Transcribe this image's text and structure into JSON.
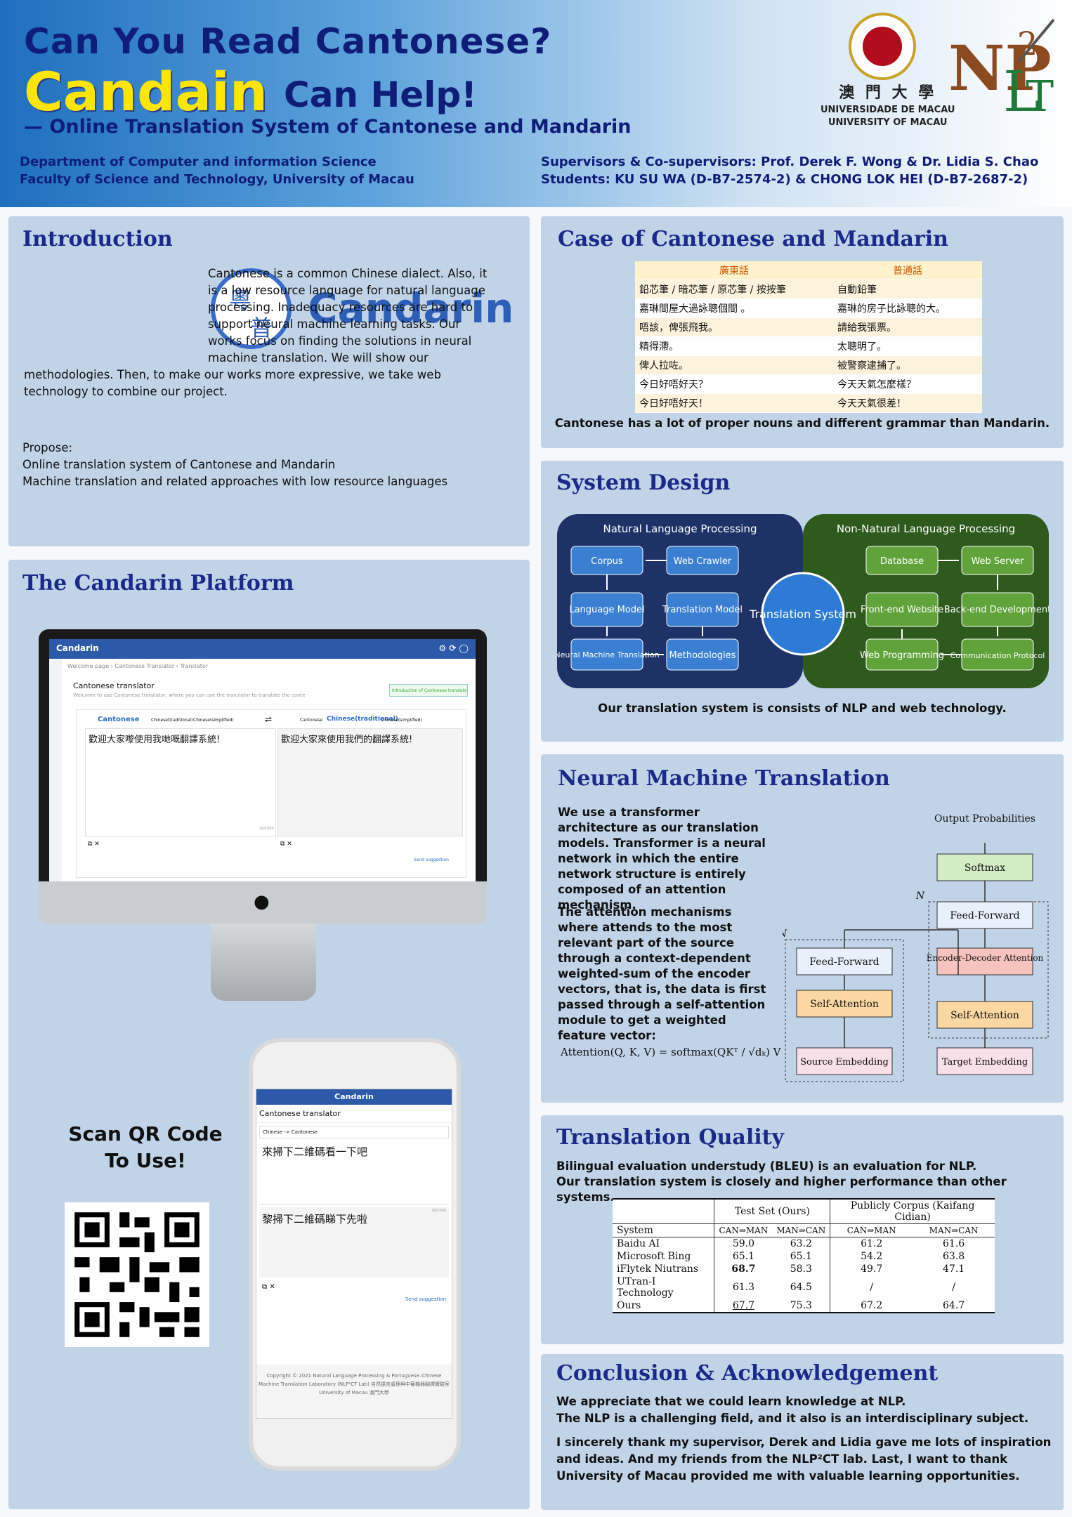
{
  "header": {
    "title1": "Can You Read Cantonese?",
    "brand": "Candain",
    "title2": "Can Help!",
    "subtitle": "— Online Translation System of Cantonese and Mandarin",
    "dept1": "Department of Computer and information Science",
    "dept2": "Faculty of Science and Technology, University of Macau",
    "sup1": "Supervisors & Co-supervisors: Prof. Derek F. Wong & Dr. Lidia S. Chao",
    "sup2": "Students: KU SU WA (D-B7-2574-2) & CHONG LOK HEI (D-B7-2687-2)",
    "um_cn": "澳 門 大 學",
    "um_pt": "UNIVERSIDADE DE MACAU",
    "um_en": "UNIVERSITY OF MACAU",
    "nlp_logo": "NLP²CT"
  },
  "intro": {
    "title": "Introduction",
    "logo_text": "Candarin",
    "logo_chars": [
      "粵",
      "普"
    ],
    "text": "Cantonese is a common Chinese dialect. Also, it is a low resource language for natural language processing. Inadequacy resources are hard to support neural machine learning tasks. Our works focus on finding the solutions in neural machine translation. We will show our methodologies. Then, to make our works more expressive, we take web technology to combine our project.",
    "propose_title": "Propose:",
    "propose1": "Online translation system of Cantonese and Mandarin",
    "propose2": "Machine translation and related approaches with low resource languages"
  },
  "platform": {
    "title": "The Candarin Platform",
    "scan": "Scan QR Code To Use!",
    "desktop": {
      "app": "Candarin",
      "crumb1": "Welcome page",
      "crumb2": "Cantonese Translator",
      "crumb3": "Translator",
      "page_title": "Cantonese translator",
      "page_desc": "Welcome to use Cantonese translator, where you can use the translator to translate the content you want to translate.",
      "intro_btn": "Introduction of Cantonese translator",
      "src_tabs": [
        "Cantonese",
        "Chinese(traditional)",
        "Chinese(simplified)"
      ],
      "tgt_tabs": [
        "Cantonese",
        "Chinese(traditional)",
        "Chinese(simplified)"
      ],
      "src_text": "歡迎大家嚟使用我哋嘅翻譯系統!",
      "tgt_text": "歡迎大家來使用我們的翻譯系統!",
      "counter": "16/1000",
      "suggest": "Send suggestion"
    },
    "mobile": {
      "app": "Candarin",
      "page_title": "Cantonese translator",
      "direction": "Chinese -> Cantonese",
      "src_text": "來掃下二維碼看一下吧",
      "counter": "10/1000",
      "tgt_text": "黎掃下二維碼睇下先啦",
      "suggest": "Send suggestion",
      "footer": "Copyright © 2021 Natural Language Processing & Portuguese–Chinese Machine Translation Laboratory (NLP²CT Lab) 自然語言處理與中葡機器翻譯實驗室 University of Macau 澳門大學"
    }
  },
  "case": {
    "title": "Case of Cantonese and Mandarin",
    "col1": "廣東話",
    "col2": "普通話",
    "rows": [
      [
        "鉛芯筆 / 暗芯筆 / 原芯筆 / 按按筆",
        "自動鉛筆"
      ],
      [
        "嘉琳間屋大過詠聰個間 。",
        "嘉琳的房子比詠聰的大。"
      ],
      [
        "唔該，俾張飛我。",
        "請給我張票。"
      ],
      [
        "精得滯。",
        "太聰明了。"
      ],
      [
        "俾人拉咗。",
        "被警察逮捕了。"
      ],
      [
        "今日好唔好天？",
        "今天天氣怎麼樣？"
      ],
      [
        "今日好唔好天！",
        "今天天氣很差！"
      ]
    ],
    "caption": "Cantonese has a lot of proper nouns and different grammar than Mandarin."
  },
  "design": {
    "title": "System Design",
    "nlp": "Natural Language Processing",
    "nonnlp": "Non-Natural Language Processing",
    "corpus": "Corpus",
    "crawler": "Web Crawler",
    "lm": "Language Model",
    "tm": "Translation Model",
    "nmt": "Neural Machine Translation",
    "meth": "Methodologies",
    "ts": "Translation System",
    "db": "Database",
    "ws": "Web Server",
    "fe": "Front-end Website",
    "be": "Back-end Development",
    "wp": "Web Programming",
    "cp": "Communication Protocol",
    "caption": "Our translation system is consists of NLP and web technology."
  },
  "nmt": {
    "title": "Neural Machine Translation",
    "p1": "We use a transformer architecture as our translation models. Transformer is a neural network in which the entire network structure is entirely composed of an attention mechanism.",
    "p2": "The attention mechanisms where attends to the most relevant part of the source through a context-dependent weighted-sum of the encoder vectors, that is, the data is first passed through a self-attention module to get a weighted feature vector:",
    "formula": "Attention(Q, K, V) = softmax(QKᵀ / √dₖ) V",
    "diag": {
      "out": "Output Probabilities",
      "softmax": "Softmax",
      "ff": "Feed-Forward",
      "eda": "Encoder-Decoder Attention",
      "sa": "Self-Attention",
      "te": "Target Embedding",
      "se": "Source Embedding",
      "n": "N"
    }
  },
  "quality": {
    "title": "Translation Quality",
    "p1": "Bilingual evaluation understudy (BLEU) is an evaluation for NLP.",
    "p2": "Our translation system is closely and higher performance than other systems.",
    "h1": "Test Set (Ours)",
    "h2": "Publicly Corpus (Kaifang Cidian)",
    "sys": "System",
    "sub": [
      "CAN⇒MAN",
      "MAN⇒CAN",
      "CAN⇒MAN",
      "MAN⇒CAN"
    ],
    "rows": [
      [
        "Baidu AI",
        "59.0",
        "63.2",
        "61.2",
        "61.6"
      ],
      [
        "Microsoft Bing",
        "65.1",
        "65.1",
        "54.2",
        "63.8"
      ],
      [
        "iFlytek Niutrans",
        "68.7",
        "58.3",
        "49.7",
        "47.1"
      ],
      [
        "UTran-I Technology",
        "61.3",
        "64.5",
        "/",
        "/"
      ],
      [
        "Ours",
        "67.7",
        "75.3",
        "67.2",
        "64.7"
      ]
    ]
  },
  "conclusion": {
    "title": "Conclusion & Acknowledgement",
    "p1": "We appreciate that we could learn knowledge at NLP.",
    "p2": "The NLP is a challenging field, and it also is an interdisciplinary subject.",
    "p3": "I sincerely thank my supervisor, Derek and Lidia gave me lots of inspiration and ideas. And my friends from the NLP²CT lab. Last, I want to thank University of Macau provided me with valuable learning opportunities."
  }
}
